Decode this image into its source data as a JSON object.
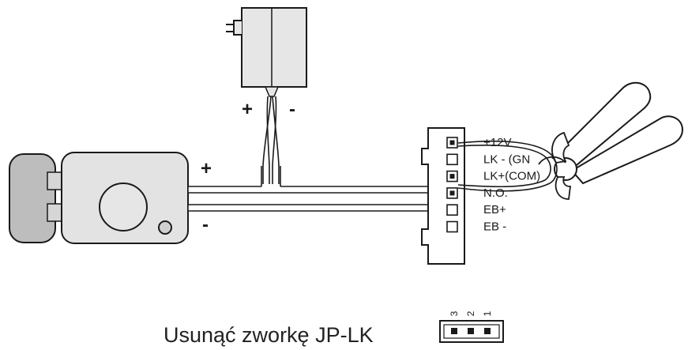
{
  "adapter": {
    "plus_label": "+",
    "minus_label": "-"
  },
  "lock": {
    "plus_label": "+",
    "minus_label": "-"
  },
  "terminal": {
    "pins": [
      {
        "label": "+12V",
        "connected": true
      },
      {
        "label": "LK - (GN",
        "connected": false
      },
      {
        "label": "LK+(COM)",
        "connected": true
      },
      {
        "label": "N.O.",
        "connected": true
      },
      {
        "label": "EB+",
        "connected": false
      },
      {
        "label": "EB -",
        "connected": false
      }
    ]
  },
  "jumper": {
    "caption": "Usunąć zworkę JP-LK",
    "pin_numbers": [
      "3",
      "2",
      "1"
    ]
  },
  "colors": {
    "line": "#1a1a1a",
    "device_fill": "#e3e3e3",
    "device_dark": "#b5b5b5",
    "wire_fill": "#ffffff"
  }
}
